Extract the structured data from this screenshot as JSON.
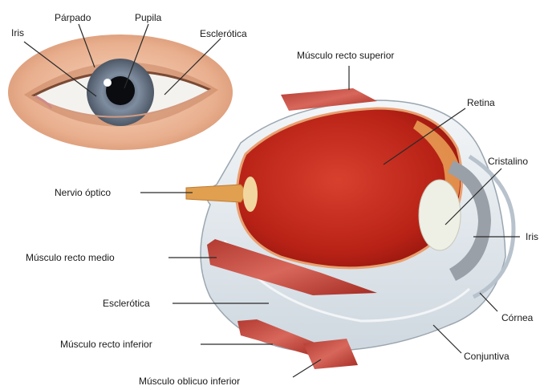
{
  "external_eye": {
    "labels": {
      "iris": "Iris",
      "eyelid": "Párpado",
      "pupil": "Pupila",
      "sclera": "Esclerótica"
    }
  },
  "cross_section": {
    "labels": {
      "superior_rectus": "Músculo recto superior",
      "retina": "Retina",
      "lens": "Cristalino",
      "optic_nerve": "Nervio óptico",
      "iris": "Iris",
      "medial_rectus": "Músculo recto medio",
      "sclera": "Esclerótica",
      "cornea": "Córnea",
      "inferior_rectus": "Músculo recto inferior",
      "conjunctiva": "Conjuntiva",
      "inferior_oblique": "Músculo oblicuo inferior"
    }
  },
  "colors": {
    "skin": "#e9b08f",
    "iris": "#7f8da0",
    "retina": "#c8281e",
    "muscle": "#c04a40",
    "sclera": "#e6ecf1",
    "nerve": "#e0a050"
  }
}
